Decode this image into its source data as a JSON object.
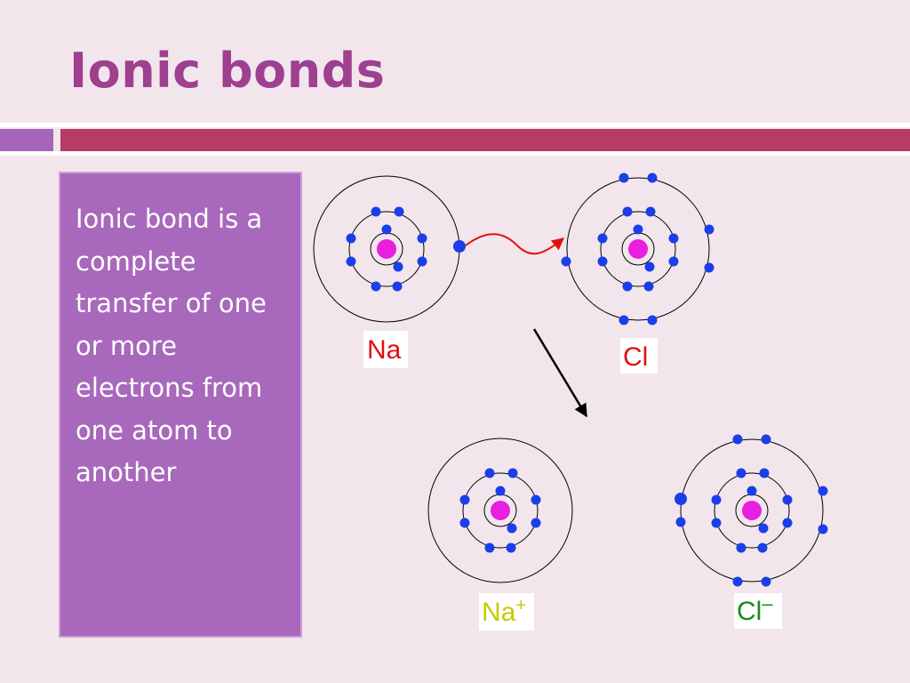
{
  "slide": {
    "title": "Ionic bonds",
    "body": "Ionic bond is a complete transfer of one or more electrons from one atom to another"
  },
  "diagram": {
    "labels": {
      "na": "Na",
      "cl": "Cl",
      "na_ion": "Na",
      "na_ion_sup": "+",
      "cl_ion": "Cl",
      "cl_ion_sup": "–"
    },
    "colors": {
      "electron": "#1a3fe8",
      "nucleus": "#e81ee0",
      "transfer_arrow": "#e01010",
      "label_na": "#e01010",
      "label_cl": "#e01010",
      "label_na_ion": "#c8c800",
      "label_cl_ion": "#1a8a1a"
    }
  }
}
